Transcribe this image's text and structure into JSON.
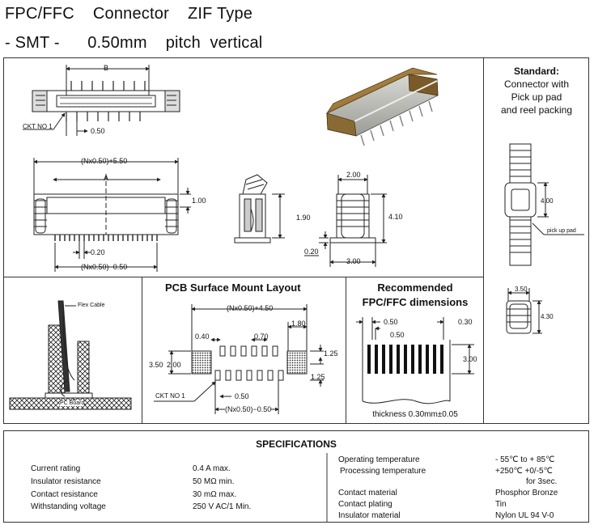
{
  "header": {
    "line1": "FPC/FFC    Connector    ZIF Type",
    "line2": "- SMT -      0.50mm    pitch  vertical"
  },
  "top_drawing": {
    "dim_b": "B",
    "ckt_no": "CKT NO 1",
    "pitch": "0.50",
    "overall": "(Nx0.50)+5.50",
    "dim_a": "A",
    "height_1": "1.00",
    "lead_0_20": "0.20",
    "inner": "(Nx0.50)−0.50",
    "side_1_90": "1.90",
    "side_2_00": "2.00",
    "side_4_10": "4.10",
    "side_0_20": "0.20",
    "side_3_00": "3.00"
  },
  "standard": {
    "title": "Standard:",
    "desc_1": "Connector with",
    "desc_2": "Pick up pad",
    "desc_3": "and reel packing",
    "dim_4_00": "4.00",
    "pick_up_pad": "pick up pad",
    "dim_3_50": "3.50",
    "dim_4_30": "4.30"
  },
  "section_view": {
    "flex_cable": "Flex Cable",
    "pc_board": "PC Board"
  },
  "pcb_layout": {
    "title": "PCB   Surface Mount Layout",
    "top_dim": "(Nx0.50)+4.50",
    "d_1_80": "1.80",
    "d_0_40": "0.40",
    "d_0_70": "0.70",
    "d_1_25a": "1.25",
    "d_1_25b": "1.25",
    "d_3_50": "3.50",
    "d_2_00": "2.00",
    "ckt_no": "CKT NO 1",
    "d_0_50": "0.50",
    "bottom_dim": "(Nx0.50)−0.50"
  },
  "fpc_dims": {
    "title_1": "Recommended",
    "title_2": "FPC/FFC dimensions",
    "d_0_50a": "0.50",
    "d_0_50b": "0.50",
    "d_0_30": "0.30",
    "d_3_00": "3.00",
    "thickness": "thickness 0.30mm±0.05"
  },
  "specifications": {
    "title": "SPECIFICATIONS",
    "left": [
      {
        "label": "Current rating",
        "value": "0.4 A max."
      },
      {
        "label": "Insulator resistance",
        "value": "50 MΩ min."
      },
      {
        "label": "Contact resistance",
        "value": "30 mΩ max."
      },
      {
        "label": "Withstanding voltage",
        "value": "250 V AC/1 Min."
      }
    ],
    "right": [
      {
        "label": "Operating temperature",
        "value": "- 55℃   to   + 85℃"
      },
      {
        "label": "Processing temperature",
        "value": "+250℃   +0/-5℃"
      },
      {
        "label": "",
        "value": "for 3sec."
      },
      {
        "label": "Contact material",
        "value": "Phosphor Bronze"
      },
      {
        "label": "Contact plating",
        "value": "Tin"
      },
      {
        "label": "Insulator material",
        "value": "Nylon    UL 94 V-0"
      }
    ]
  }
}
